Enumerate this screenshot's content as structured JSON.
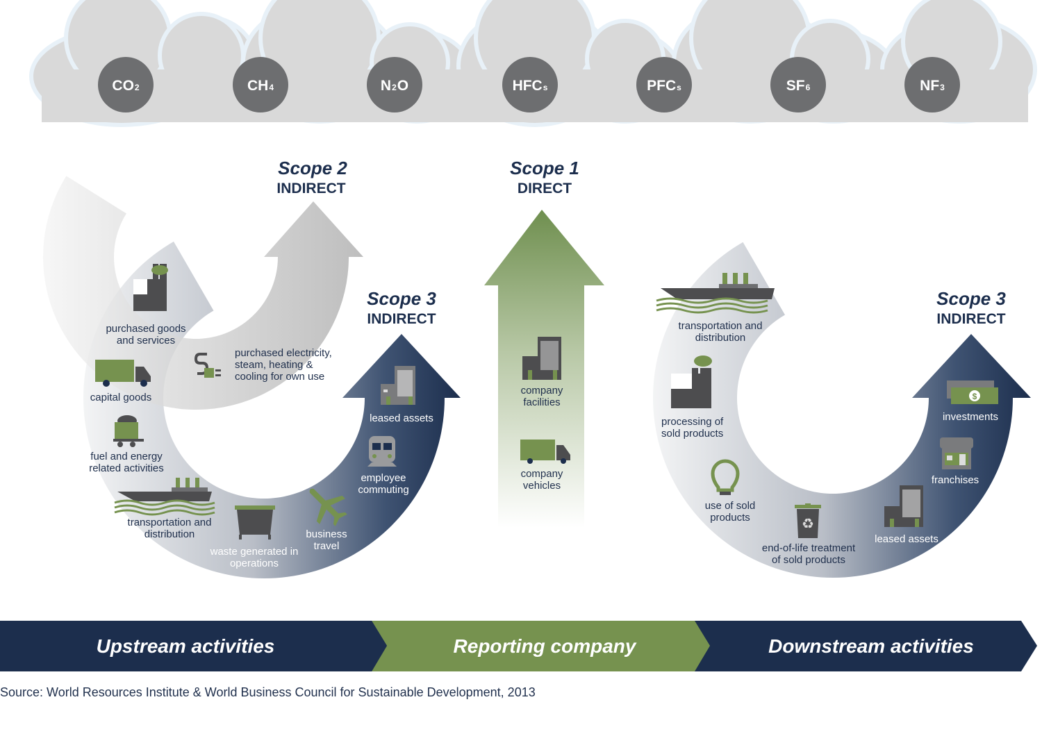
{
  "colors": {
    "navy": "#1c2e4d",
    "green": "#76924f",
    "icon_gray": "#4d4d4f",
    "gas_circle": "#6d6e70",
    "cloud": "#d9d9d9",
    "cloud_outline": "#e8f1f8"
  },
  "gases": [
    {
      "base": "CO",
      "sub": "2"
    },
    {
      "base": "CH",
      "sub": "4"
    },
    {
      "base": "N",
      "sub": "2",
      "tail": "O"
    },
    {
      "base": "HFC",
      "sub": "s"
    },
    {
      "base": "PFC",
      "sub": "s"
    },
    {
      "base": "SF",
      "sub": "6"
    },
    {
      "base": "NF",
      "sub": "3"
    }
  ],
  "scope2": {
    "title": "Scope 2",
    "subtitle": "INDIRECT",
    "item": {
      "icon": "plug-icon",
      "lines": [
        "purchased electricity,",
        "steam, heating &",
        "cooling for own use"
      ]
    }
  },
  "scope1": {
    "title": "Scope 1",
    "subtitle": "DIRECT",
    "items": [
      {
        "icon": "office-building-icon",
        "lines": [
          "company",
          "facilities"
        ]
      },
      {
        "icon": "truck-icon",
        "lines": [
          "company",
          "vehicles"
        ]
      }
    ]
  },
  "scope3_up": {
    "title": "Scope 3",
    "subtitle": "INDIRECT",
    "items": [
      {
        "icon": "factory-icon",
        "lines": [
          "purchased goods",
          "and services"
        ]
      },
      {
        "icon": "truck-icon",
        "lines": [
          "capital goods"
        ]
      },
      {
        "icon": "coal-cart-icon",
        "lines": [
          "fuel and energy",
          "related activities"
        ]
      },
      {
        "icon": "ship-icon",
        "lines": [
          "transportation and",
          "distribution"
        ]
      },
      {
        "icon": "dumpster-icon",
        "lines": [
          "waste generated in",
          "operations"
        ]
      },
      {
        "icon": "airplane-icon",
        "lines": [
          "business",
          "travel"
        ]
      },
      {
        "icon": "train-icon",
        "lines": [
          "employee",
          "commuting"
        ]
      },
      {
        "icon": "office-building-icon",
        "lines": [
          "leased assets"
        ]
      }
    ]
  },
  "scope3_down": {
    "title": "Scope 3",
    "subtitle": "INDIRECT",
    "items": [
      {
        "icon": "ship-icon",
        "lines": [
          "transportation and",
          "distribution"
        ]
      },
      {
        "icon": "factory-icon",
        "lines": [
          "processing of",
          "sold products"
        ]
      },
      {
        "icon": "lightbulb-icon",
        "lines": [
          "use of sold",
          "products"
        ]
      },
      {
        "icon": "recycle-bin-icon",
        "lines": [
          "end-of-life treatment",
          "of sold products"
        ]
      },
      {
        "icon": "office-building-icon",
        "lines": [
          "leased assets"
        ]
      },
      {
        "icon": "storefront-icon",
        "lines": [
          "franchises"
        ]
      },
      {
        "icon": "money-icon",
        "lines": [
          "investments"
        ]
      }
    ]
  },
  "bands": {
    "upstream": "Upstream activities",
    "reporting": "Reporting company",
    "downstream": "Downstream activities"
  },
  "source": "Source: World Resources Institute & World Business Council for Sustainable Development, 2013"
}
